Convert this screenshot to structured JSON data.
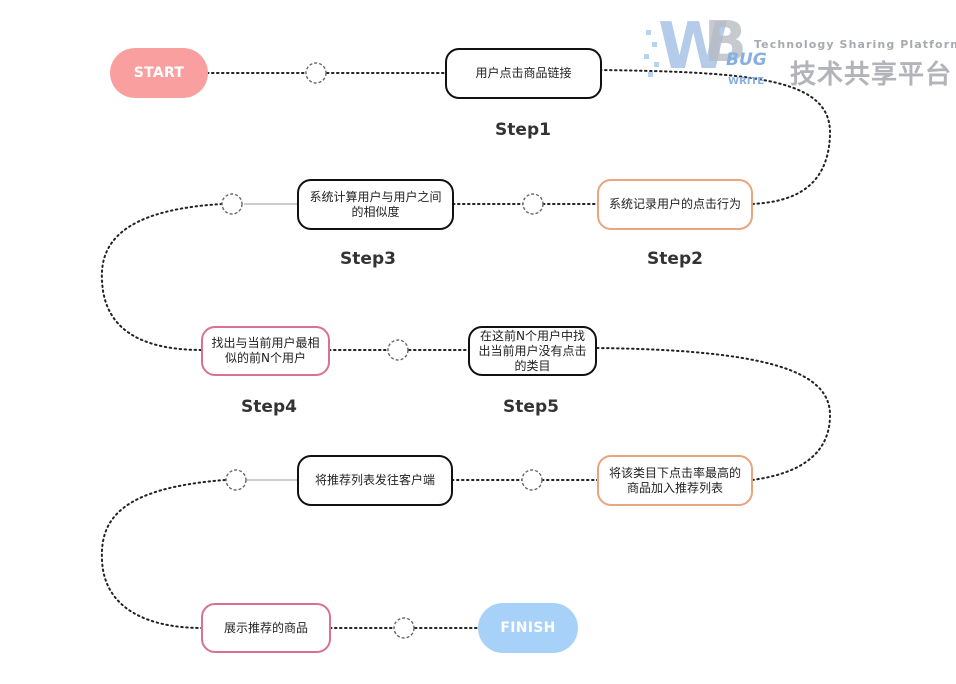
{
  "nodes": {
    "start": "START",
    "n1": "用户点击商品链接",
    "n2": "系统记录用户的点击行为",
    "n3": "系统计算用户与用户之间的相似度",
    "n4": "找出与当前用户最相似的前N个用户",
    "n5": "在这前N个用户中找出当前用户没有点击的类目",
    "n6": "将该类目下点击率最高的商品加入推荐列表",
    "n7": "将推荐列表发往客户端",
    "n8": "展示推荐的商品",
    "finish": "FINISH"
  },
  "steps": {
    "s1": "Step1",
    "s2": "Step2",
    "s3": "Step3",
    "s4": "Step4",
    "s5": "Step5"
  },
  "logo": {
    "mark_w": "W",
    "mark_b": "B",
    "bug": "BUG",
    "write": "WRITE",
    "tagline": "Technology Sharing Platform",
    "name": "技术共享平台"
  },
  "colors": {
    "start": "#f99fa0",
    "finish": "#a8d1fa",
    "box_black": "#111111",
    "box_orange": "#e8a57e",
    "box_pink": "#d8728f"
  }
}
